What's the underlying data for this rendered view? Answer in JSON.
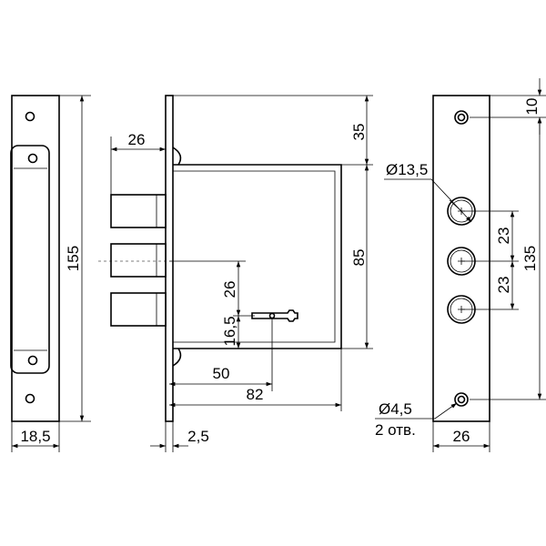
{
  "dimensions": {
    "left_view": {
      "height": "155",
      "width": "18,5"
    },
    "center_view": {
      "bolt_length": "26",
      "top_offset": "35",
      "body_height": "85",
      "key_height": "26",
      "key_bottom": "16,5",
      "backset": "50",
      "body_depth": "82",
      "plate_thickness": "2,5"
    },
    "right_view": {
      "top_hole_offset": "10",
      "bolt_hole_diameter": "Ø13,5",
      "bolt_spacing_1": "23",
      "bolt_spacing_2": "23",
      "hole_span": "135",
      "screw_hole_diameter": "Ø4,5",
      "screw_hole_count": "2 отв.",
      "plate_width": "26"
    }
  },
  "colors": {
    "line": "#000000",
    "background": "#ffffff"
  }
}
